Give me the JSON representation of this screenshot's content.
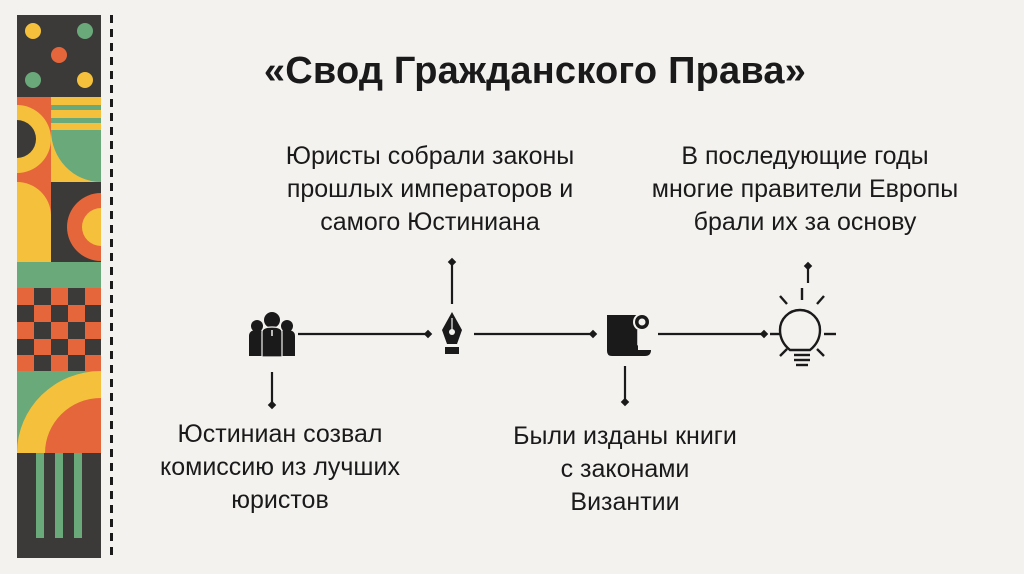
{
  "slide": {
    "title": "«Свод Гражданского Права»",
    "steps": [
      {
        "icon": "people-group-icon",
        "text": "Юстиниан созвал\nкомиссию из лучших\nюристов",
        "label_position": "below"
      },
      {
        "icon": "fountain-pen-icon",
        "text": "Юристы собрали законы\nпрошлых императоров и\nсамого Юстиниана",
        "label_position": "above"
      },
      {
        "icon": "certificate-scroll-icon",
        "text": "Были изданы книги\nс законами\nВизантии",
        "label_position": "below"
      },
      {
        "icon": "lightbulb-icon",
        "text": "В последующие годы\nмногие правители Европы\nбрали их за основу",
        "label_position": "above"
      }
    ]
  },
  "colors": {
    "background": "#f4f2ef",
    "ink": "#1a1a1a",
    "pattern_dark": "#3b3a38",
    "pattern_orange": "#e5663a",
    "pattern_yellow": "#f5c13c",
    "pattern_green": "#6aa97a"
  }
}
